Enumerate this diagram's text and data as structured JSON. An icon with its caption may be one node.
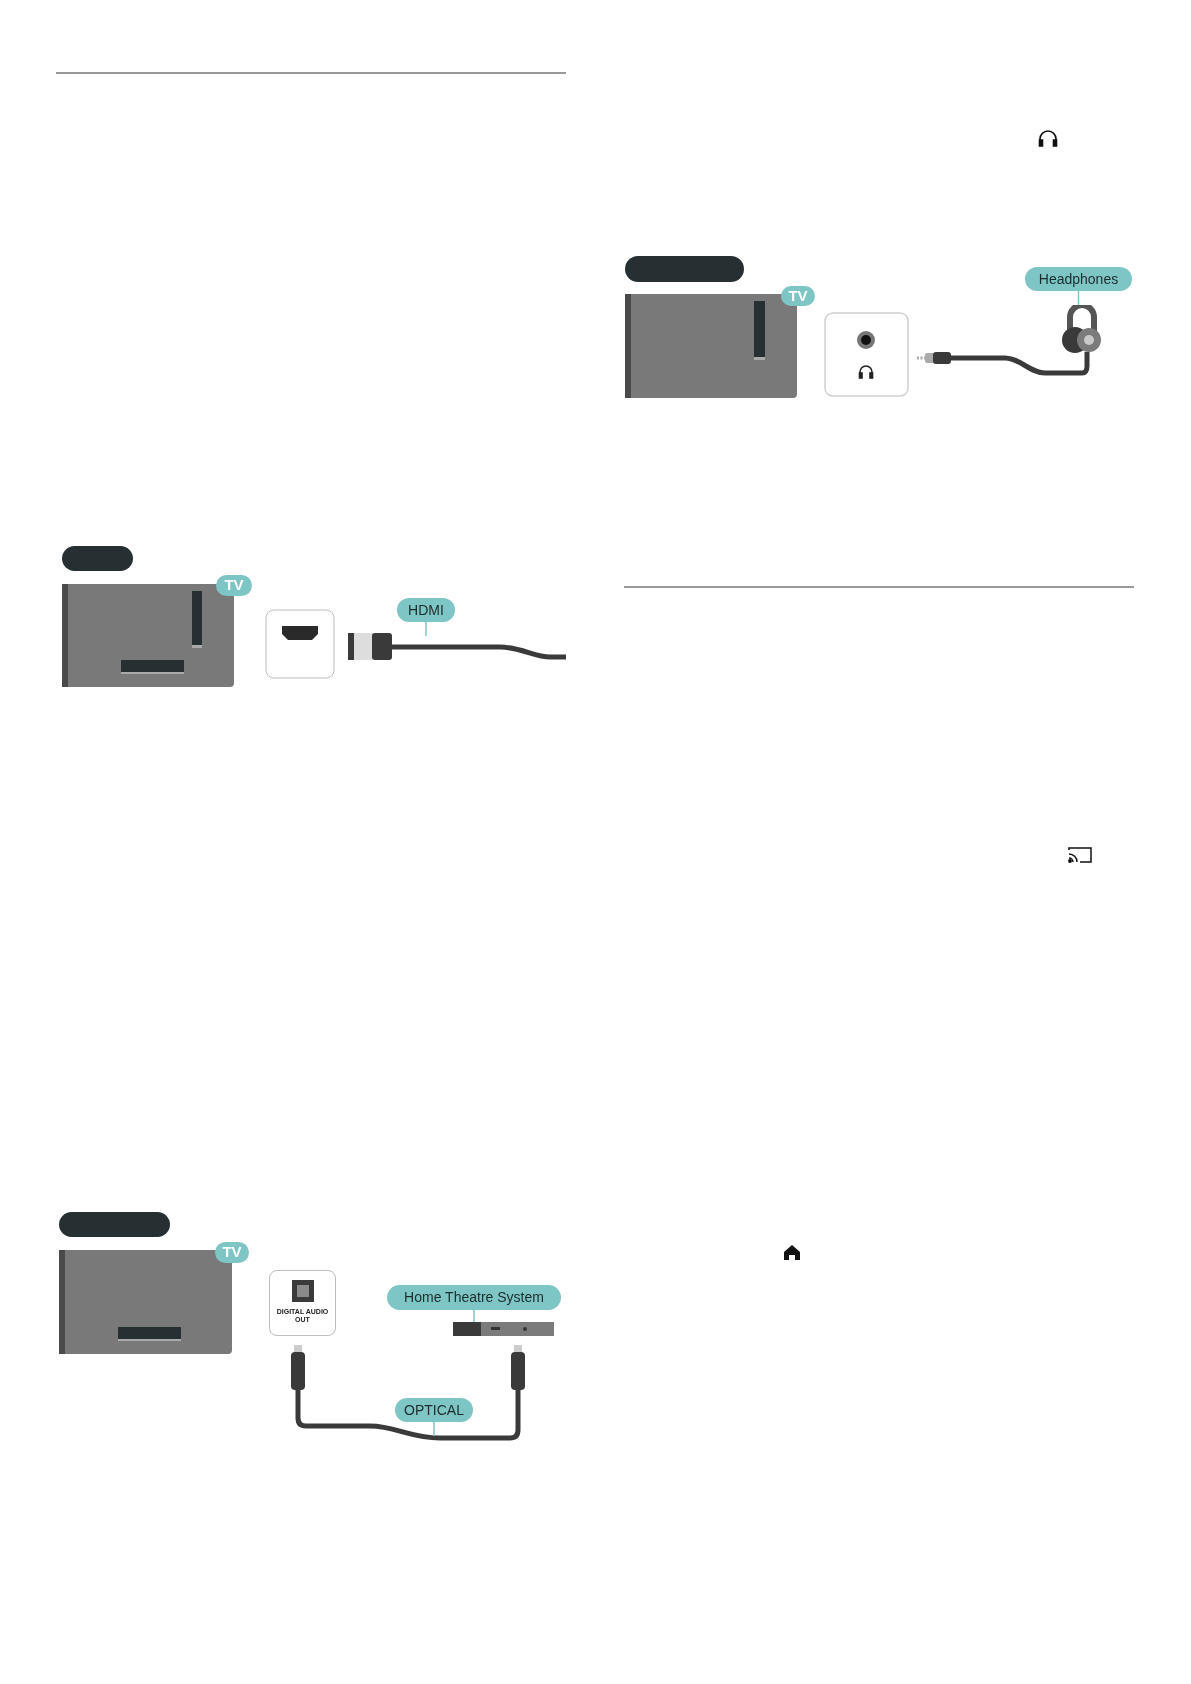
{
  "diagram": {
    "nodes": [
      {
        "text": [
          "TV"
        ]
      },
      {
        "text": [
          "HDMI"
        ]
      },
      {
        "text": [
          "TV"
        ]
      },
      {
        "text": [
          "DIGITAL AUDIO OUT"
        ]
      },
      {
        "text": [
          "Home Theatre System"
        ]
      },
      {
        "text": [],
        "shape": "bar"
      },
      {
        "text": [
          "OPTICAL"
        ]
      },
      {
        "text": [
          "TV"
        ]
      },
      {
        "text": [
          "Headphones"
        ]
      },
      {
        "text": [],
        "shape": "picture"
      }
    ],
    "edges": [
      {
        "from": 1,
        "to": null,
        "arrow": "none"
      },
      {
        "from": 4,
        "to": 5,
        "arrow": "none"
      },
      {
        "from": 6,
        "to": null,
        "arrow": "none"
      },
      {
        "from": 8,
        "to": 9,
        "arrow": "none"
      }
    ]
  }
}
